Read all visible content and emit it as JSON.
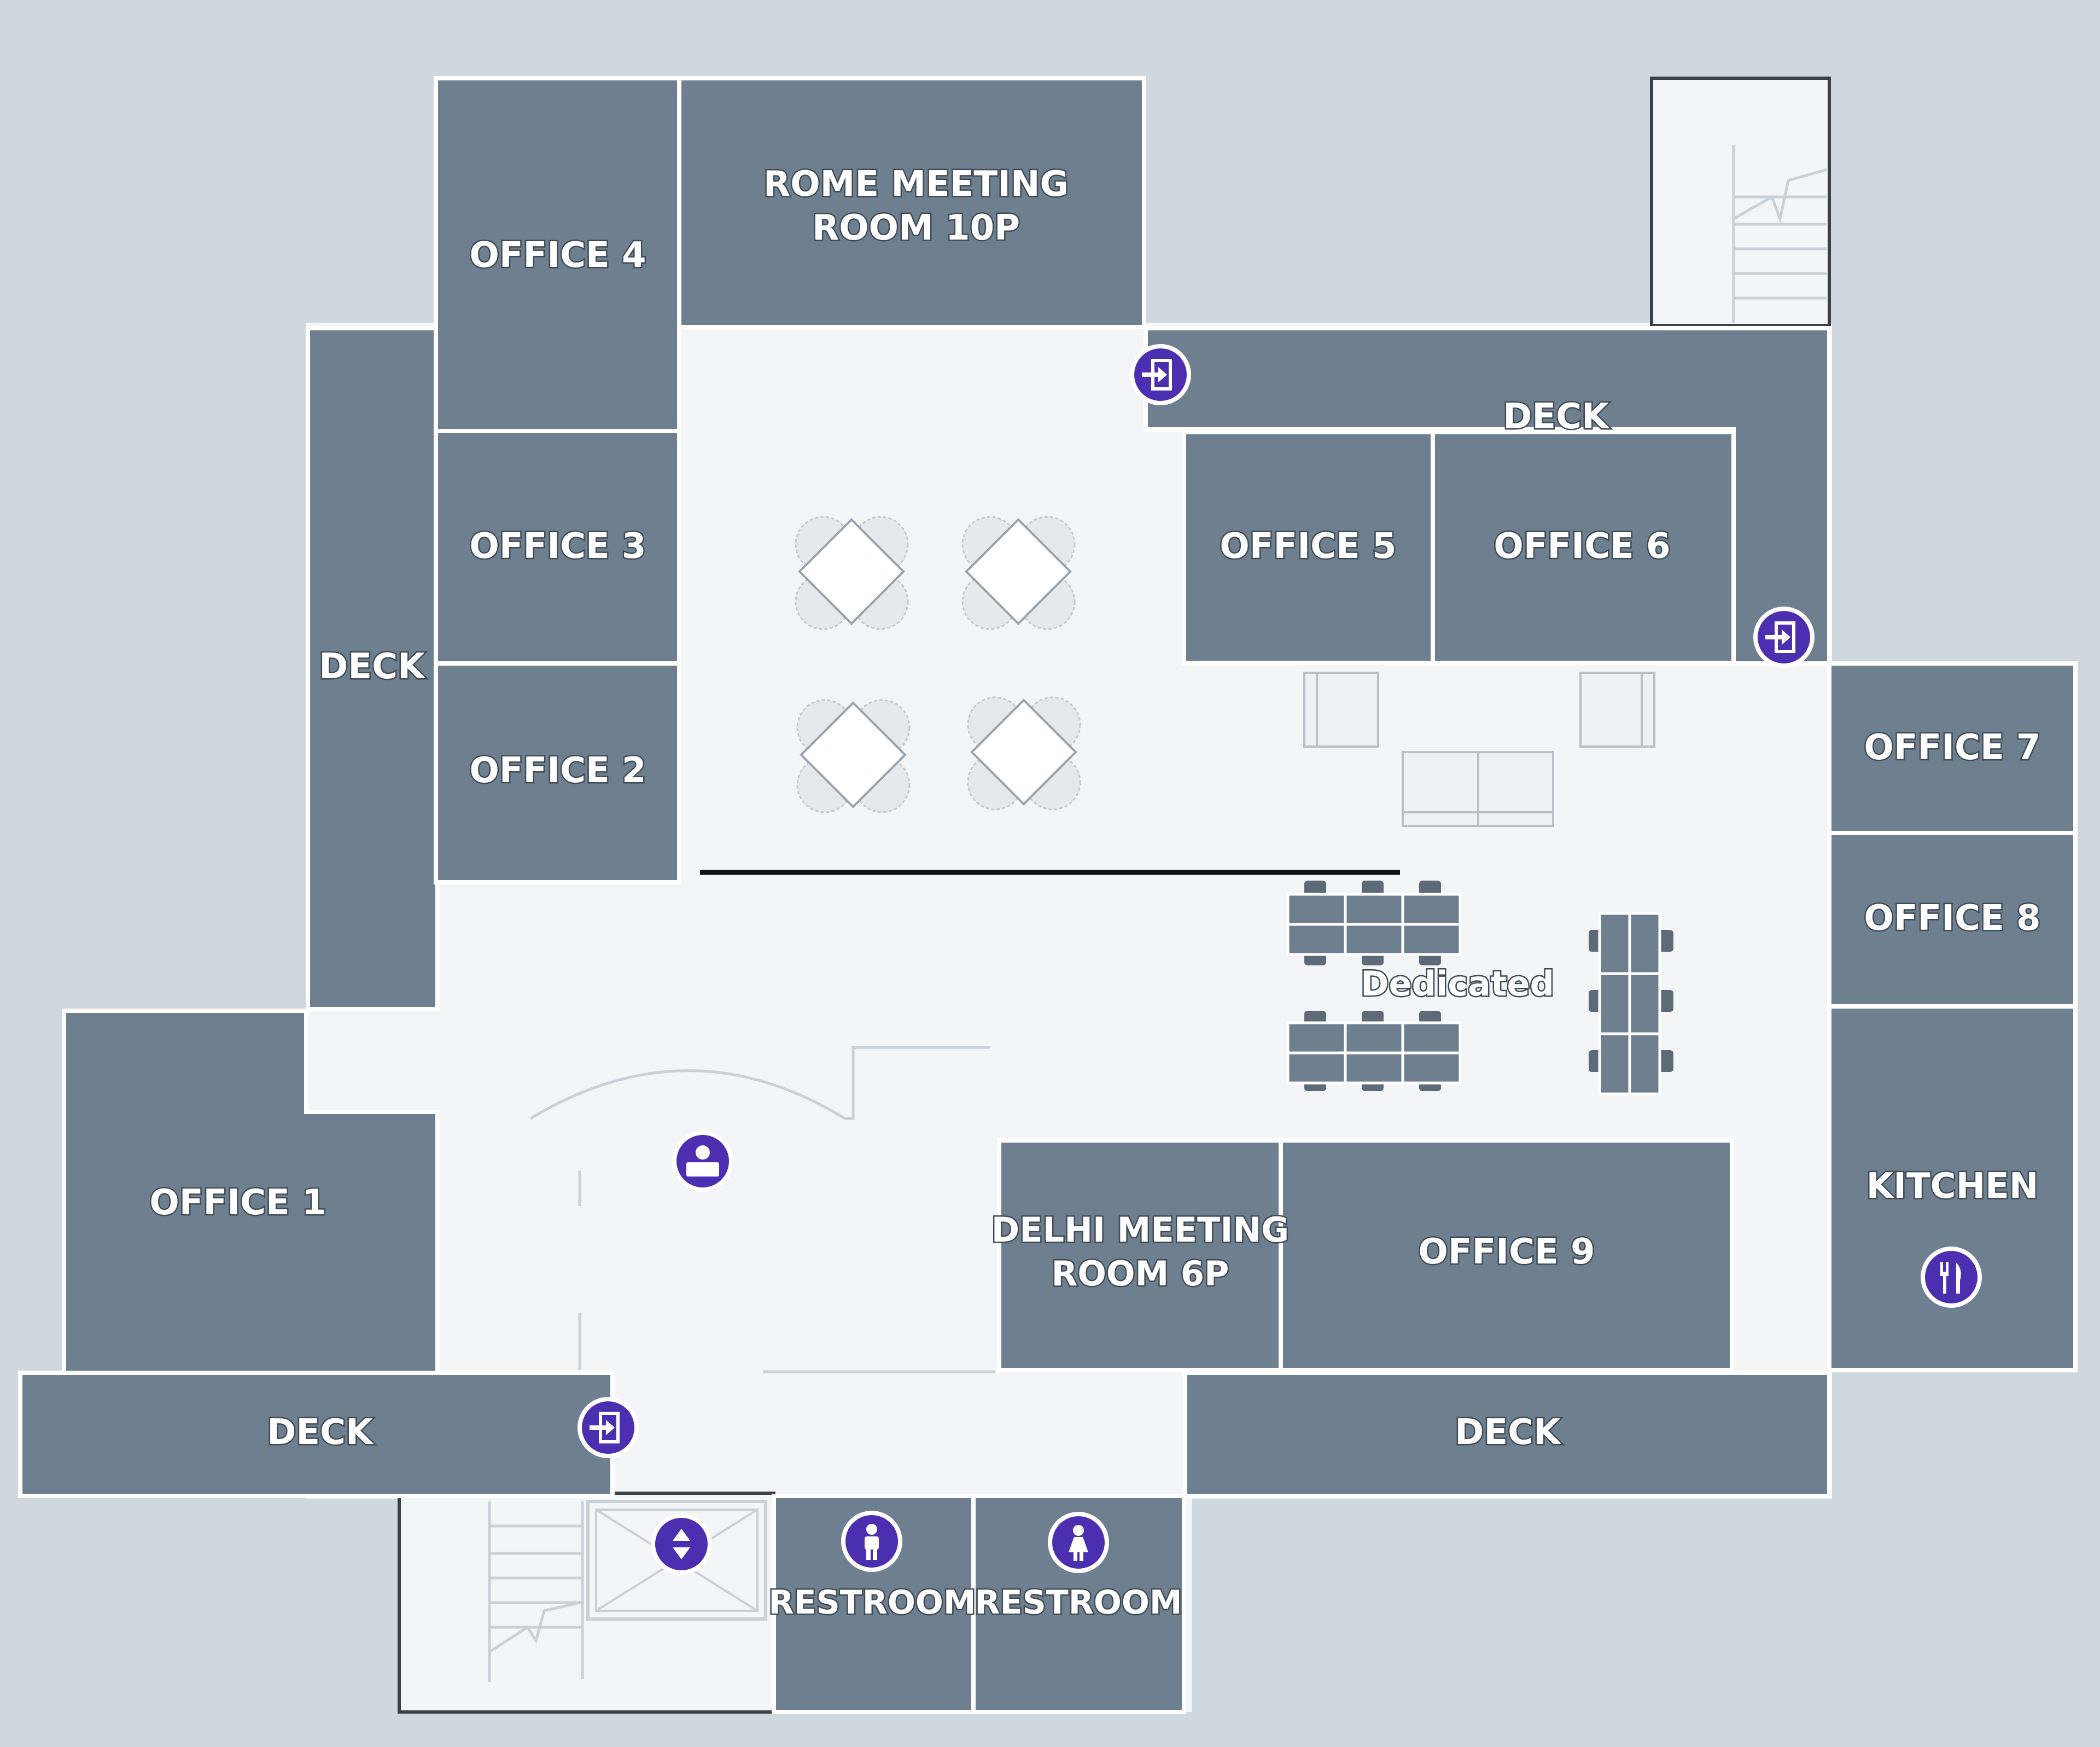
{
  "rooms": {
    "office_1": "OFFICE 1",
    "office_2": "OFFICE 2",
    "office_3": "OFFICE 3",
    "office_4": "OFFICE 4",
    "office_5": "OFFICE 5",
    "office_6": "OFFICE 6",
    "office_7": "OFFICE 7",
    "office_8": "OFFICE 8",
    "office_9": "OFFICE 9",
    "rome_line1": "ROME MEETING",
    "rome_line2": "ROOM 10P",
    "delhi_line1": "DELHI MEETING",
    "delhi_line2": "ROOM 6P",
    "kitchen": "KITCHEN",
    "restroom_left": "RESTROOM",
    "restroom_right": "RESTROOM",
    "deck_left": "DECK",
    "deck_top": "DECK",
    "deck_bottom_left": "DECK",
    "deck_bottom_right": "DECK"
  },
  "zones": {
    "dedicated": "Dedicated"
  },
  "icons": {
    "exit": "exit-door-icon",
    "reception": "reception-desk-icon",
    "elevator": "elevator-icon",
    "restroom_men": "restroom-men-icon",
    "restroom_women": "restroom-women-icon",
    "kitchen": "fork-knife-icon"
  },
  "colors": {
    "background": "#cfd7df",
    "floor": "#f3f5f7",
    "room": "#6e7f8f",
    "poi": "#4b2fb0"
  }
}
